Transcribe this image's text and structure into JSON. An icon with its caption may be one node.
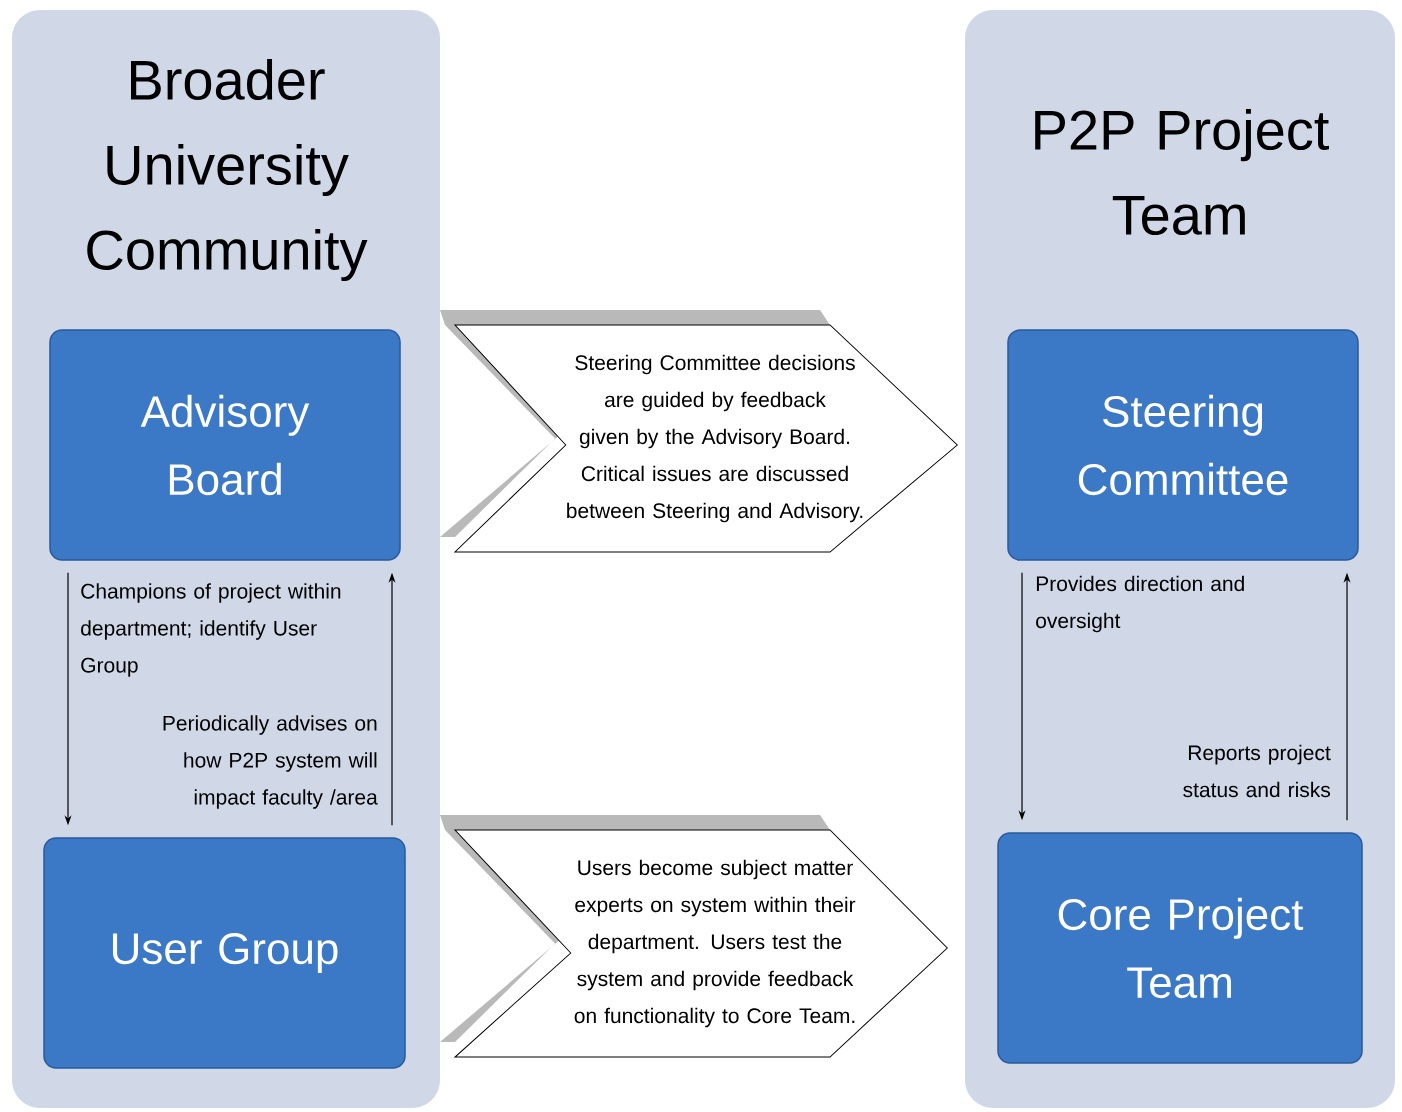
{
  "diagram": {
    "nodes": [
      {
        "text": [
          "Broader University Community"
        ]
      },
      {
        "text": [
          "Advisory Board"
        ],
        "in": 0
      },
      {
        "text": [
          "User Group"
        ],
        "in": 0
      },
      {
        "text": [
          "P2P Project Team"
        ]
      },
      {
        "text": [
          "Steering Committee"
        ],
        "in": 3
      },
      {
        "text": [
          "Core Project Team"
        ],
        "in": 3
      }
    ],
    "edges": [
      {
        "from": 1,
        "to": 4,
        "arrow": "to",
        "label": "Steering Committee decisions are guided by feedback given by the Advisory Board.  Critical issues are discussed between Steering and Advisory."
      },
      {
        "from": 2,
        "to": 5,
        "arrow": "to",
        "label": "Users become subject matter experts on system within their department. Users test the system and provide feedback on functionality to Core Team."
      },
      {
        "from": 1,
        "to": 2,
        "arrow": "to",
        "label": "Champions of project within department; identify User Group"
      },
      {
        "from": 2,
        "to": 1,
        "arrow": "to",
        "label": "Periodically advises on how P2P system will impact faculty /area"
      },
      {
        "from": 4,
        "to": 5,
        "arrow": "to",
        "label": "Provides direction and oversight"
      },
      {
        "from": 5,
        "to": 4,
        "arrow": "to",
        "label": "Reports project status and risks"
      }
    ]
  }
}
